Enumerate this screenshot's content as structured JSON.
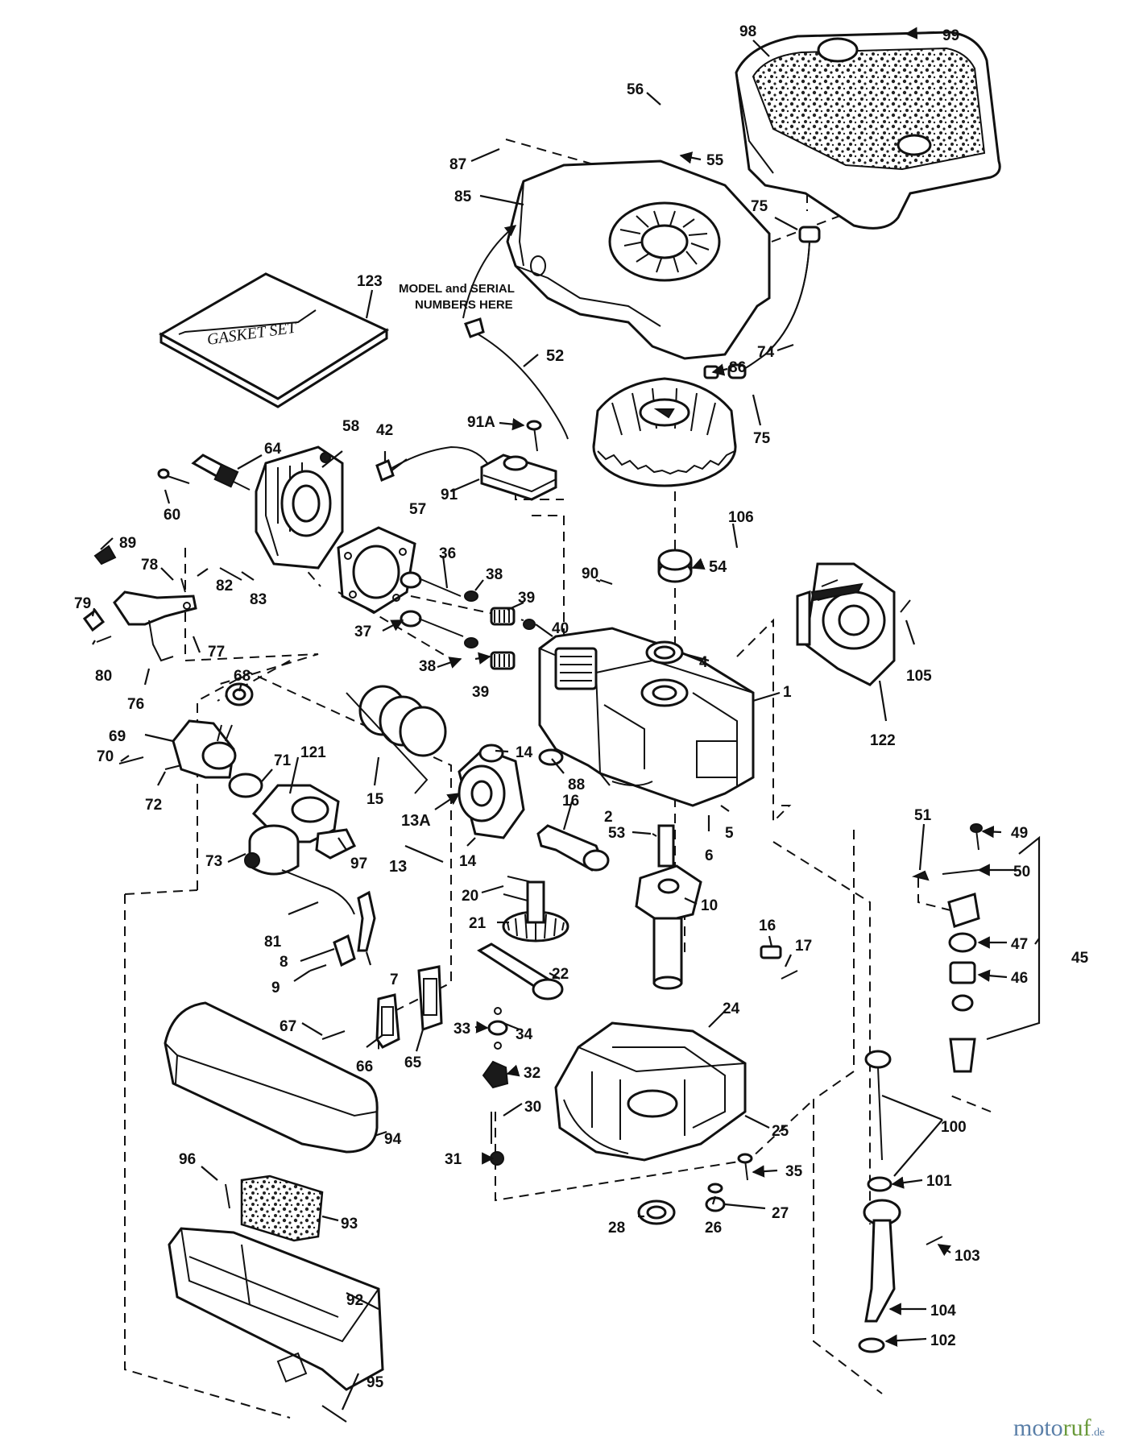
{
  "notes": {
    "model_serial_line1": "MODEL and SERIAL",
    "model_serial_line2": "NUMBERS HERE",
    "gasket_set": "GASKET SET"
  },
  "watermark": {
    "part1": "moto",
    "part2": "ruf",
    "suffix": ".de"
  },
  "labels": [
    {
      "id": "l-99",
      "text": "99"
    },
    {
      "id": "l-98",
      "text": "98"
    },
    {
      "id": "l-56",
      "text": "56"
    },
    {
      "id": "l-55",
      "text": "55"
    },
    {
      "id": "l-87",
      "text": "87"
    },
    {
      "id": "l-85",
      "text": "85"
    },
    {
      "id": "l-75a",
      "text": "75"
    },
    {
      "id": "l-123",
      "text": "123"
    },
    {
      "id": "l-74",
      "text": "74"
    },
    {
      "id": "l-52",
      "text": "52"
    },
    {
      "id": "l-86",
      "text": "86"
    },
    {
      "id": "l-75b",
      "text": "75"
    },
    {
      "id": "l-58",
      "text": "58"
    },
    {
      "id": "l-42",
      "text": "42"
    },
    {
      "id": "l-91a",
      "text": "91A"
    },
    {
      "id": "l-64",
      "text": "64"
    },
    {
      "id": "l-60",
      "text": "60"
    },
    {
      "id": "l-91",
      "text": "91"
    },
    {
      "id": "l-106",
      "text": "106"
    },
    {
      "id": "l-57",
      "text": "57"
    },
    {
      "id": "l-89",
      "text": "89"
    },
    {
      "id": "l-78",
      "text": "78"
    },
    {
      "id": "l-82",
      "text": "82"
    },
    {
      "id": "l-36",
      "text": "36"
    },
    {
      "id": "l-38a",
      "text": "38"
    },
    {
      "id": "l-90",
      "text": "90"
    },
    {
      "id": "l-54",
      "text": "54"
    },
    {
      "id": "l-79",
      "text": "79"
    },
    {
      "id": "l-83",
      "text": "83"
    },
    {
      "id": "l-39a",
      "text": "39"
    },
    {
      "id": "l-37",
      "text": "37"
    },
    {
      "id": "l-40",
      "text": "40"
    },
    {
      "id": "l-4",
      "text": "4"
    },
    {
      "id": "l-105",
      "text": "105"
    },
    {
      "id": "l-80",
      "text": "80"
    },
    {
      "id": "l-77",
      "text": "77"
    },
    {
      "id": "l-68",
      "text": "68"
    },
    {
      "id": "l-38b",
      "text": "38"
    },
    {
      "id": "l-39b",
      "text": "39"
    },
    {
      "id": "l-1",
      "text": "1"
    },
    {
      "id": "l-76",
      "text": "76"
    },
    {
      "id": "l-122",
      "text": "122"
    },
    {
      "id": "l-69",
      "text": "69"
    },
    {
      "id": "l-70",
      "text": "70"
    },
    {
      "id": "l-121",
      "text": "121"
    },
    {
      "id": "l-71",
      "text": "71"
    },
    {
      "id": "l-14a",
      "text": "14"
    },
    {
      "id": "l-88",
      "text": "88"
    },
    {
      "id": "l-15",
      "text": "15"
    },
    {
      "id": "l-72",
      "text": "72"
    },
    {
      "id": "l-16a",
      "text": "16"
    },
    {
      "id": "l-2",
      "text": "2"
    },
    {
      "id": "l-13a",
      "text": "13A"
    },
    {
      "id": "l-51",
      "text": "51"
    },
    {
      "id": "l-53",
      "text": "53"
    },
    {
      "id": "l-6",
      "text": "6"
    },
    {
      "id": "l-5",
      "text": "5"
    },
    {
      "id": "l-49",
      "text": "49"
    },
    {
      "id": "l-73",
      "text": "73"
    },
    {
      "id": "l-97",
      "text": "97"
    },
    {
      "id": "l-13",
      "text": "13"
    },
    {
      "id": "l-14b",
      "text": "14"
    },
    {
      "id": "l-50",
      "text": "50"
    },
    {
      "id": "l-20",
      "text": "20"
    },
    {
      "id": "l-10",
      "text": "10"
    },
    {
      "id": "l-45",
      "text": "45"
    },
    {
      "id": "l-21",
      "text": "21"
    },
    {
      "id": "l-81",
      "text": "81"
    },
    {
      "id": "l-16b",
      "text": "16"
    },
    {
      "id": "l-47",
      "text": "47"
    },
    {
      "id": "l-17",
      "text": "17"
    },
    {
      "id": "l-8",
      "text": "8"
    },
    {
      "id": "l-22",
      "text": "22"
    },
    {
      "id": "l-46",
      "text": "46"
    },
    {
      "id": "l-7",
      "text": "7"
    },
    {
      "id": "l-9",
      "text": "9"
    },
    {
      "id": "l-24",
      "text": "24"
    },
    {
      "id": "l-67",
      "text": "67"
    },
    {
      "id": "l-33",
      "text": "33"
    },
    {
      "id": "l-34",
      "text": "34"
    },
    {
      "id": "l-66",
      "text": "66"
    },
    {
      "id": "l-65",
      "text": "65"
    },
    {
      "id": "l-32",
      "text": "32"
    },
    {
      "id": "l-100",
      "text": "100"
    },
    {
      "id": "l-25",
      "text": "25"
    },
    {
      "id": "l-30",
      "text": "30"
    },
    {
      "id": "l-94",
      "text": "94"
    },
    {
      "id": "l-31",
      "text": "31"
    },
    {
      "id": "l-96",
      "text": "96"
    },
    {
      "id": "l-35",
      "text": "35"
    },
    {
      "id": "l-101",
      "text": "101"
    },
    {
      "id": "l-26",
      "text": "26"
    },
    {
      "id": "l-93",
      "text": "93"
    },
    {
      "id": "l-28",
      "text": "28"
    },
    {
      "id": "l-27",
      "text": "27"
    },
    {
      "id": "l-103",
      "text": "103"
    },
    {
      "id": "l-92",
      "text": "92"
    },
    {
      "id": "l-104",
      "text": "104"
    },
    {
      "id": "l-102",
      "text": "102"
    },
    {
      "id": "l-95",
      "text": "95"
    }
  ]
}
